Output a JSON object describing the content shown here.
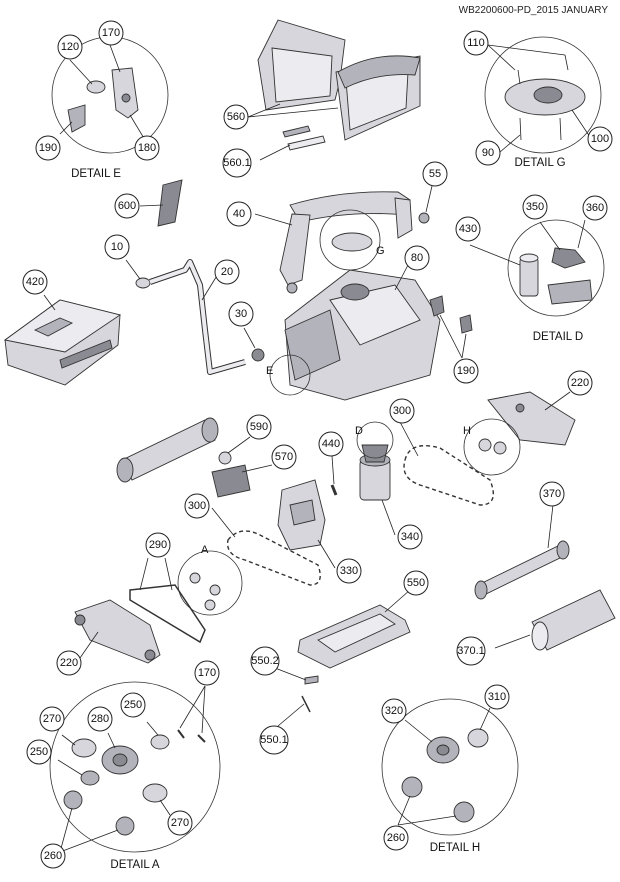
{
  "document_ref": "WB2200600-PD_2015 JANUARY",
  "details": {
    "detail_e": "DETAIL E",
    "detail_g": "DETAIL G",
    "detail_d": "DETAIL D",
    "detail_a": "DETAIL A",
    "detail_h": "DETAIL H"
  },
  "detail_letters": {
    "g": "G",
    "e": "E",
    "d": "D",
    "h": "H",
    "a": "A"
  },
  "callouts": {
    "c120": "120",
    "c170_top": "170",
    "c190_left": "190",
    "c180": "180",
    "c560": "560",
    "c560_1": "560.1",
    "c110": "110",
    "c90": "90",
    "c100": "100",
    "c600": "600",
    "c40": "40",
    "c55": "55",
    "c10": "10",
    "c20": "20",
    "c430": "430",
    "c350": "350",
    "c360": "360",
    "c420": "420",
    "c80": "80",
    "c30": "30",
    "c190_right": "190",
    "c220_top": "220",
    "c590": "590",
    "c440": "440",
    "c300_mid": "300",
    "c570": "570",
    "c300_left": "300",
    "c370": "370",
    "c340": "340",
    "c290": "290",
    "c330": "330",
    "c550": "550",
    "c220_bottom": "220",
    "c370_1": "370.1",
    "c550_2": "550.2",
    "c170_bottom": "170",
    "c270_top": "270",
    "c280": "280",
    "c250_top": "250",
    "c250_left": "250",
    "c550_1": "550.1",
    "c320": "320",
    "c310": "310",
    "c270_bottom": "270",
    "c260_left": "260",
    "c260_right": "260"
  }
}
